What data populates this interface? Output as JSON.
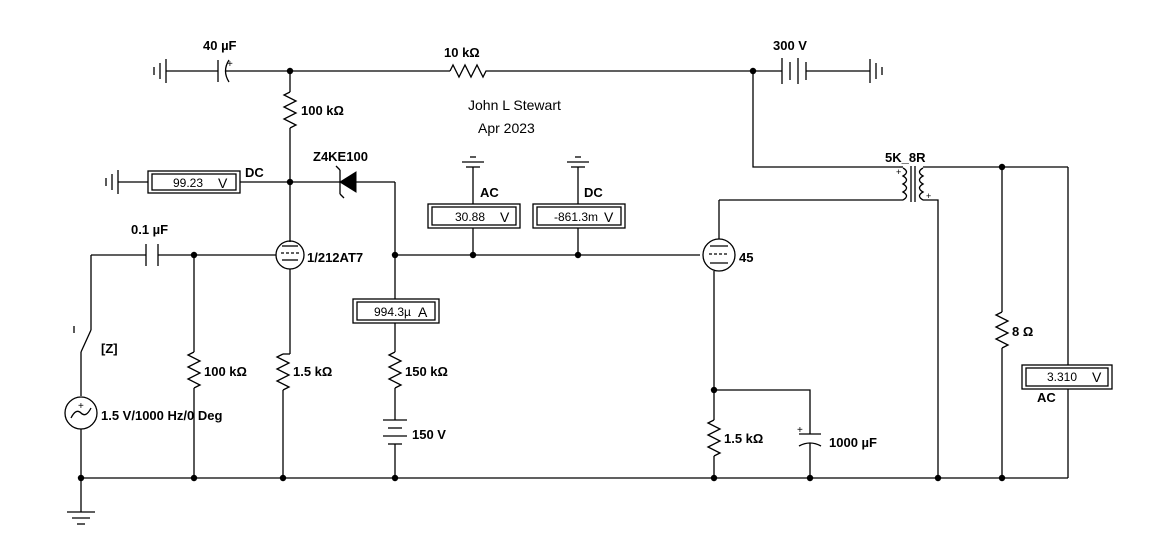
{
  "author": "John L Stewart",
  "date": "Apr 2023",
  "components": {
    "cap_40": "40 µF",
    "res_10k": "10 kΩ",
    "supply_300": "300 V",
    "res_100k_plate": "100 kΩ",
    "zener": "Z4KE100",
    "cap_01": "0.1 µF",
    "tube1": "1/212AT7",
    "tube2": "45",
    "xfmr": "5K_8R",
    "res_100k_grid": "100 kΩ",
    "res_15k_cathode1": "1.5 kΩ",
    "res_150k": "150 kΩ",
    "supply_150": "150 V",
    "res_15k_cathode2": "1.5 kΩ",
    "cap_1000": "1000 µF",
    "res_8": "8 Ω",
    "source": "1.5 V/1000 Hz/0 Deg",
    "switch_key": "[Z]"
  },
  "meters": {
    "m_plate": {
      "value": "99.23",
      "unit": "V",
      "mode": "DC"
    },
    "m_grid_ac": {
      "value": "30.88",
      "unit": "V",
      "mode": "AC"
    },
    "m_grid_dc": {
      "value": "-861.3m",
      "unit": "V",
      "mode": "DC"
    },
    "m_zener_current": {
      "value": "994.3µ",
      "unit": "A"
    },
    "m_output": {
      "value": "3.310",
      "unit": "V",
      "mode": "AC"
    }
  }
}
